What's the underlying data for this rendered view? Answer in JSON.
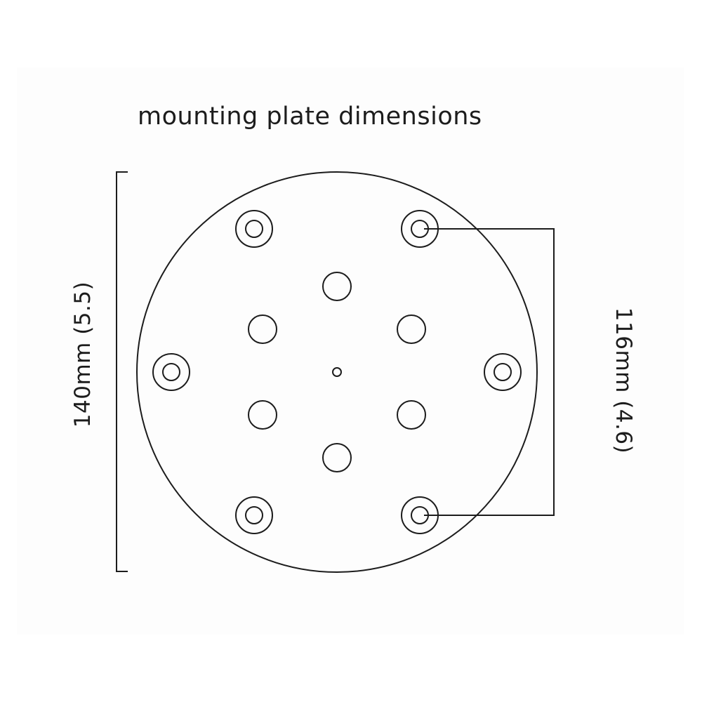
{
  "title": "mounting plate dimensions",
  "dimensions": {
    "overall": "140mm (5.5)",
    "bolt_spacing": "116mm (4.6)"
  },
  "colors": {
    "line": "#1c1c1c",
    "background": "#ffffff",
    "panel": "#fdfdfd"
  }
}
